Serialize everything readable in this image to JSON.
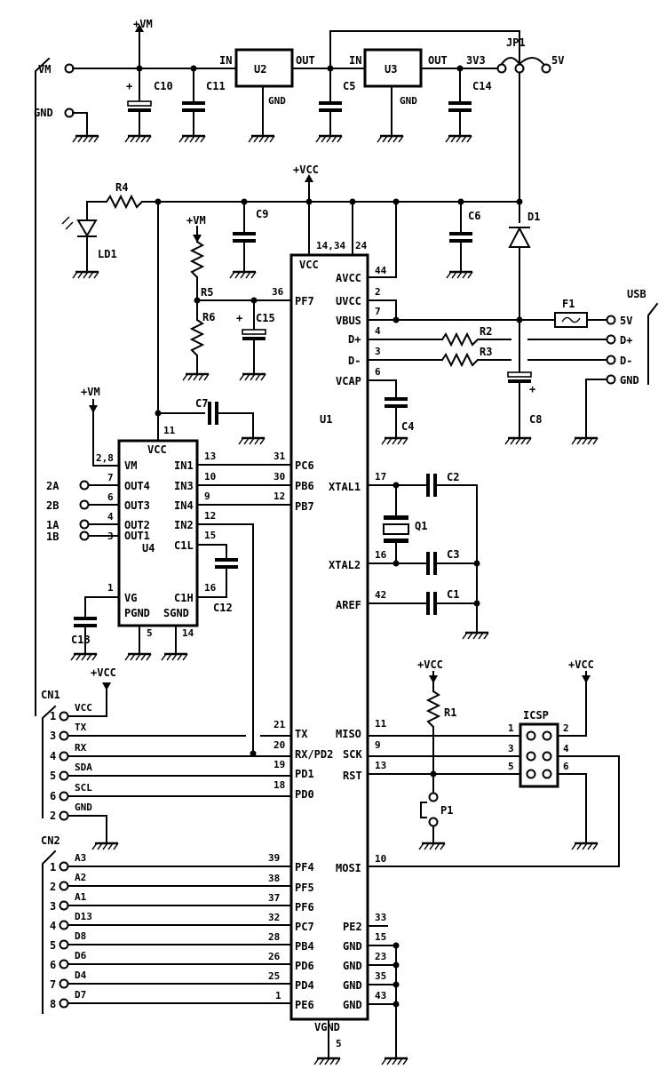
{
  "net": {
    "vm": "+VM",
    "vcc": "+VCC"
  },
  "power": {
    "vm_label": "VM",
    "gnd_label": "GND",
    "u2": "U2",
    "u3": "U3",
    "in": "IN",
    "out": "OUT",
    "gnd": "GND",
    "c10": "C10",
    "c11": "C11",
    "c5": "C5",
    "c14": "C14",
    "v3v3": "3V3",
    "jp1": "JP1",
    "v5": "5V",
    "plus": "+"
  },
  "left": {
    "r4": "R4",
    "ld1": "LD1",
    "c9": "C9",
    "r5": "R5",
    "r6": "R6",
    "c15": "C15",
    "c7": "C7",
    "c6": "C6",
    "d1": "D1"
  },
  "u1": {
    "ref": "U1",
    "vcc": "VCC",
    "pin_vcc": "14,34",
    "pin_24": "24",
    "pf7": "PF7",
    "pin_pf7": "36",
    "avcc": "AVCC",
    "pin_avcc": "44",
    "uvcc": "UVCC",
    "pin_uvcc": "2",
    "vbus": "VBUS",
    "pin_vbus": "7",
    "dp": "D+",
    "pin_dp": "4",
    "dm": "D-",
    "pin_dm": "3",
    "vcap": "VCAP",
    "pin_vcap": "6",
    "pc6": "PC6",
    "pin_pc6": "31",
    "pb6": "PB6",
    "pin_pb6": "30",
    "pb7": "PB7",
    "pin_pb7": "12",
    "xtal1": "XTAL1",
    "pin_xtal1": "17",
    "xtal2": "XTAL2",
    "pin_xtal2": "16",
    "aref": "AREF",
    "pin_aref": "42",
    "tx": "TX",
    "pin_tx": "21",
    "rx": "RX/PD2",
    "pin_rx": "20",
    "pd1": "PD1",
    "pin_pd1": "19",
    "pd0": "PD0",
    "pin_pd0": "18",
    "miso": "MISO",
    "pin_miso": "11",
    "sck": "SCK",
    "pin_sck": "9",
    "rst": "RST",
    "pin_rst": "13",
    "mosi": "MOSI",
    "pin_mosi": "10",
    "pf4": "PF4",
    "pin_pf4": "39",
    "pf5": "PF5",
    "pin_pf5": "38",
    "pf6": "PF6",
    "pin_pf6": "37",
    "pc7": "PC7",
    "pin_pc7": "32",
    "pb4": "PB4",
    "pin_pb4": "28",
    "pd6": "PD6",
    "pin_pd6": "26",
    "pd4": "PD4",
    "pin_pd4": "25",
    "pe6": "PE6",
    "pin_pe6": "1",
    "pe2": "PE2",
    "pin_pe2": "33",
    "gnd": "GND",
    "pin_g15": "15",
    "pin_g23": "23",
    "pin_g35": "35",
    "pin_g43": "43",
    "vgnd": "VGND",
    "pin_vgnd": "5"
  },
  "usb": {
    "title": "USB",
    "f1": "F1",
    "r2": "R2",
    "r3": "R3",
    "v5": "5V",
    "dp": "D+",
    "dm": "D-",
    "gnd": "GND",
    "c8": "C8",
    "c4": "C4",
    "plus": "+"
  },
  "xtal": {
    "c2": "C2",
    "c3": "C3",
    "c1": "C1",
    "q1": "Q1"
  },
  "u4": {
    "ref": "U4",
    "vcc": "VCC",
    "pin_vcc": "11",
    "vm": "VM",
    "pin_vm": "2,8",
    "out4": "OUT4",
    "pin_out4": "7",
    "out3": "OUT3",
    "pin_out3": "6",
    "out2": "OUT2",
    "pin_out2": "4",
    "out1": "OUT1",
    "pin_out1": "3",
    "in1": "IN1",
    "pin_in1": "13",
    "in3": "IN3",
    "pin_in3": "10",
    "in4": "IN4",
    "pin_in4": "9",
    "in2": "IN2",
    "pin_in2": "12",
    "c1l": "C1L",
    "pin_c1l": "15",
    "c1h": "C1H",
    "pin_c1h": "16",
    "vg": "VG",
    "pin_vg": "1",
    "pgnd": "PGND",
    "pin_pgnd": "5",
    "sgnd": "SGND",
    "pin_sgnd": "14",
    "c12": "C12",
    "c13": "C13",
    "t2a": "2A",
    "t2b": "2B",
    "t1a": "1A",
    "t1b": "1B"
  },
  "cn1": {
    "ref": "CN1",
    "rows": [
      {
        "num": "1",
        "label": "VCC"
      },
      {
        "num": "3",
        "label": "TX"
      },
      {
        "num": "4",
        "label": "RX"
      },
      {
        "num": "5",
        "label": "SDA"
      },
      {
        "num": "6",
        "label": "SCL"
      },
      {
        "num": "2",
        "label": "GND"
      }
    ]
  },
  "cn2": {
    "ref": "CN2",
    "rows": [
      {
        "num": "1",
        "label": "A3"
      },
      {
        "num": "2",
        "label": "A2"
      },
      {
        "num": "3",
        "label": "A1"
      },
      {
        "num": "4",
        "label": "D13"
      },
      {
        "num": "5",
        "label": "D8"
      },
      {
        "num": "6",
        "label": "D6"
      },
      {
        "num": "7",
        "label": "D4"
      },
      {
        "num": "8",
        "label": "D7"
      }
    ]
  },
  "icsp": {
    "ref": "ICSP",
    "p1": "1",
    "p2": "2",
    "p3": "3",
    "p4": "4",
    "p5": "5",
    "p6": "6",
    "r1": "R1",
    "sw": "P1"
  }
}
